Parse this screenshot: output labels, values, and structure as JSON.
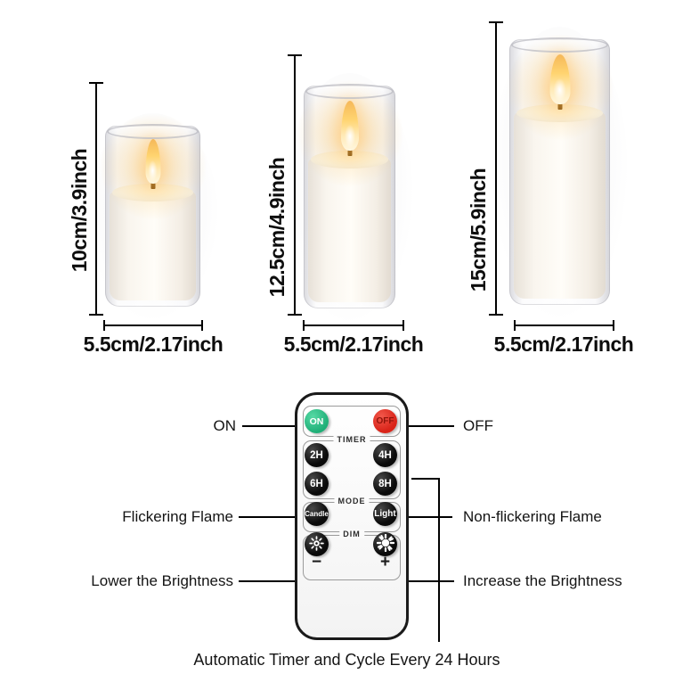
{
  "candles": [
    {
      "name": "small candle",
      "height_label": "10cm/3.9inch",
      "width_label": "5.5cm/2.17inch"
    },
    {
      "name": "medium candle",
      "height_label": "12.5cm/4.9inch",
      "width_label": "5.5cm/2.17inch"
    },
    {
      "name": "large candle",
      "height_label": "15cm/5.9inch",
      "width_label": "5.5cm/2.17inch"
    }
  ],
  "remote": {
    "on_label": "ON",
    "off_label": "OFF",
    "timer_label": "TIMER",
    "timer_buttons": [
      "2H",
      "4H",
      "6H",
      "8H"
    ],
    "mode_label": "MODE",
    "mode_buttons": [
      "Candle",
      "Light"
    ],
    "dim_label": "DIM",
    "dim_minus": "−",
    "dim_plus": "+",
    "icons": {
      "dim_left": "sun-dim-icon",
      "dim_right": "sun-bright-icon"
    },
    "colors": {
      "on_button": "#2ec487",
      "off_button": "#e2251d",
      "black_button": "#101010",
      "body": "#fbfbfb"
    }
  },
  "callouts": {
    "on": "ON",
    "off": "OFF",
    "flicker": "Flickering Flame",
    "nonflicker": "Non-flickering Flame",
    "lower": "Lower the Brightness",
    "increase": "Increase the Brightness"
  },
  "footer": {
    "caption": "Automatic Timer and Cycle Every 24 Hours"
  }
}
